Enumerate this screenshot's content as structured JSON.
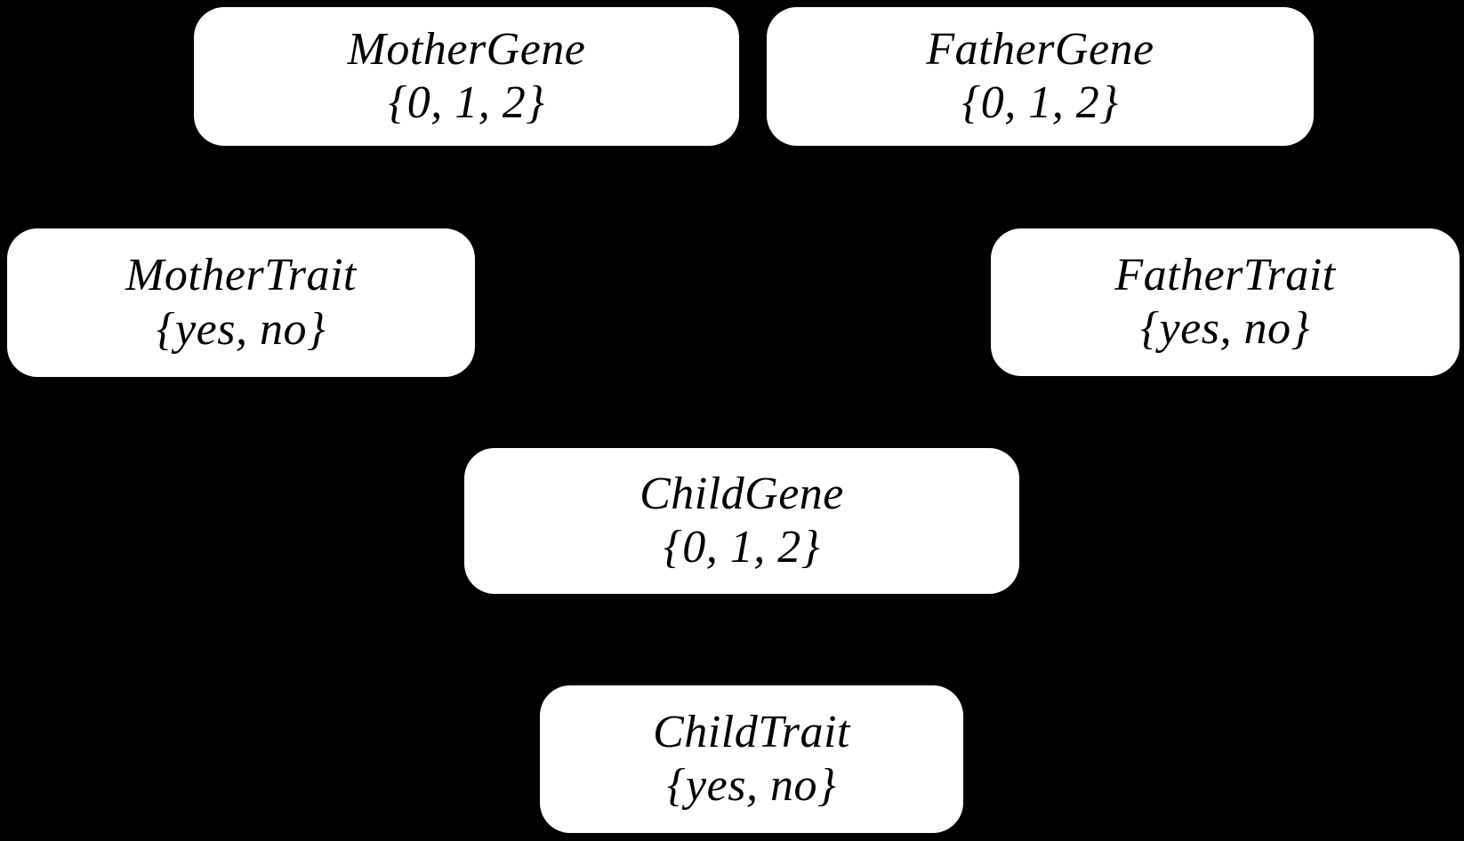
{
  "diagram": {
    "kind": "bayesian-network",
    "background_color": "#000000",
    "node_fill_color": "#ffffff",
    "node_text_color": "#000000",
    "nodes": [
      {
        "id": "mother-gene",
        "title": "MotherGene",
        "domain": "{0, 1, 2}"
      },
      {
        "id": "father-gene",
        "title": "FatherGene",
        "domain": "{0, 1, 2}"
      },
      {
        "id": "mother-trait",
        "title": "MotherTrait",
        "domain": "{yes, no}"
      },
      {
        "id": "father-trait",
        "title": "FatherTrait",
        "domain": "{yes, no}"
      },
      {
        "id": "child-gene",
        "title": "ChildGene",
        "domain": "{0, 1, 2}"
      },
      {
        "id": "child-trait",
        "title": "ChildTrait",
        "domain": "{yes, no}"
      }
    ]
  }
}
